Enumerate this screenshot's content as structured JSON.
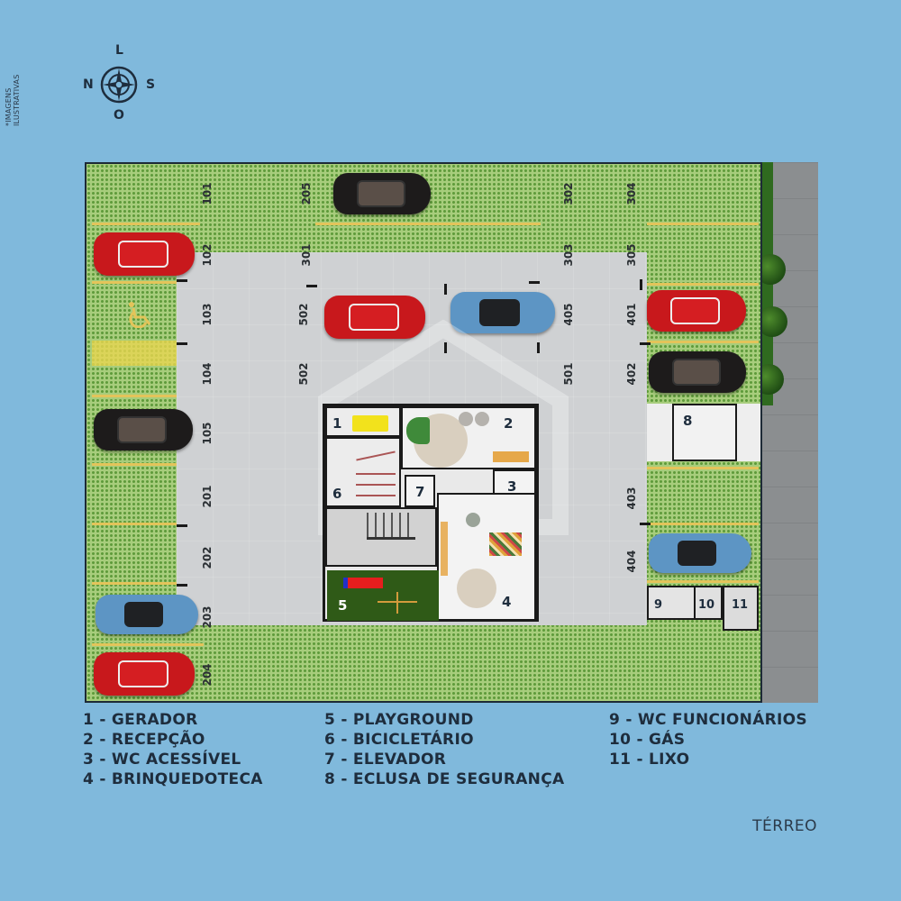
{
  "disclaimer": "*IMAGENS ILUSTRATIVAS",
  "compass": {
    "top": "L",
    "left": "N",
    "right": "S",
    "bottom": "O",
    "icon": "compass-rose-icon"
  },
  "floor_name": "TÉRREO",
  "colors": {
    "background": "#80b9dc",
    "grass": "#a7cd7c",
    "paving": "#cfd1d3",
    "yellow_line": "#e3c45a",
    "text": "#1e2d3d",
    "car_red": "#c8181c",
    "car_black": "#1d1b1b",
    "car_blue": "#5d95c4"
  },
  "parking_spots": {
    "top_row": [
      "101",
      "205",
      "302",
      "304"
    ],
    "upper_drive": [
      "102",
      "301",
      "303",
      "305"
    ],
    "left_column": [
      "103",
      "104",
      "105",
      "201",
      "202",
      "203",
      "204"
    ],
    "center_left": [
      "502",
      "502"
    ],
    "center_right": [
      "405",
      "501"
    ],
    "right_column": [
      "401",
      "402",
      "403",
      "404"
    ]
  },
  "rooms": [
    {
      "num": "1",
      "name": "GERADOR"
    },
    {
      "num": "2",
      "name": "RECEPÇÃO"
    },
    {
      "num": "3",
      "name": "WC ACESSÍVEL"
    },
    {
      "num": "4",
      "name": "BRINQUEDOTECA"
    },
    {
      "num": "5",
      "name": "PLAYGROUND"
    },
    {
      "num": "6",
      "name": "BICICLETÁRIO"
    },
    {
      "num": "7",
      "name": "ELEVADOR"
    },
    {
      "num": "8",
      "name": "ECLUSA DE SEGURANÇA"
    },
    {
      "num": "9",
      "name": "WC FUNCIONÁRIOS"
    },
    {
      "num": "10",
      "name": "GÁS"
    },
    {
      "num": "11",
      "name": "LIXO"
    }
  ],
  "legend": {
    "col1": [
      "1 - GERADOR",
      "2 - RECEPÇÃO",
      "3 - WC ACESSÍVEL",
      "4 - BRINQUEDOTECA"
    ],
    "col2": [
      "5 - PLAYGROUND",
      "6 - BICICLETÁRIO",
      "7 - ELEVADOR",
      "8 - ECLUSA DE SEGURANÇA"
    ],
    "col3": [
      "9 - WC FUNCIONÁRIOS",
      "10 - GÁS",
      "11 - LIXO"
    ]
  }
}
